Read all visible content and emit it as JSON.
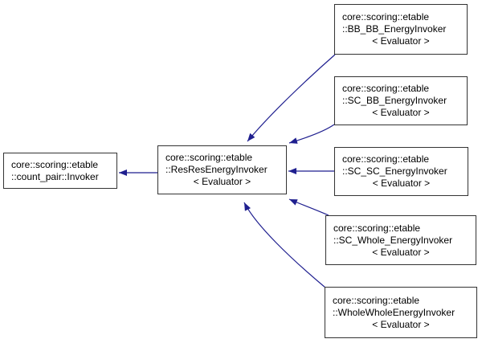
{
  "diagram": {
    "type": "class-inheritance-graph",
    "background": "#ffffff",
    "edge_color": "#1f1f8f",
    "node_border_color": "#333333",
    "node_fill": "#ffffff",
    "text_color": "#000000",
    "nodes": [
      {
        "id": "count_pair_invoker",
        "label": "core::scoring::etable\n::count_pair::Invoker"
      },
      {
        "id": "resres_energy_invoker",
        "label": "core::scoring::etable\n::ResResEnergyInvoker",
        "param": "< Evaluator >"
      },
      {
        "id": "bb_bb_energy_invoker",
        "label": "core::scoring::etable\n::BB_BB_EnergyInvoker",
        "param": "< Evaluator >"
      },
      {
        "id": "sc_bb_energy_invoker",
        "label": "core::scoring::etable\n::SC_BB_EnergyInvoker",
        "param": "< Evaluator >"
      },
      {
        "id": "sc_sc_energy_invoker",
        "label": "core::scoring::etable\n::SC_SC_EnergyInvoker",
        "param": "< Evaluator >"
      },
      {
        "id": "sc_whole_energy_invoker",
        "label": "core::scoring::etable\n::SC_Whole_EnergyInvoker",
        "param": "< Evaluator >"
      },
      {
        "id": "whole_whole_energy_invoker",
        "label": "core::scoring::etable\n::WholeWholeEnergyInvoker",
        "param": "< Evaluator >"
      }
    ],
    "edges": [
      {
        "from": "resres_energy_invoker",
        "to": "count_pair_invoker"
      },
      {
        "from": "bb_bb_energy_invoker",
        "to": "resres_energy_invoker"
      },
      {
        "from": "sc_bb_energy_invoker",
        "to": "resres_energy_invoker"
      },
      {
        "from": "sc_sc_energy_invoker",
        "to": "resres_energy_invoker"
      },
      {
        "from": "sc_whole_energy_invoker",
        "to": "resres_energy_invoker"
      },
      {
        "from": "whole_whole_energy_invoker",
        "to": "resres_energy_invoker"
      }
    ]
  }
}
